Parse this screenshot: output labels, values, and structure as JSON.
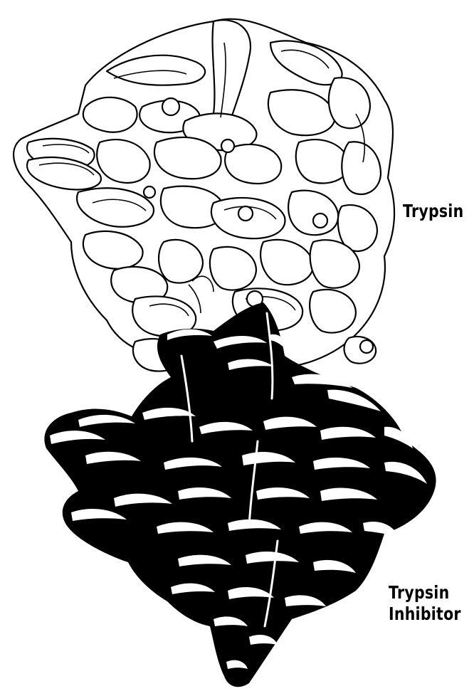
{
  "labels": {
    "top": "Trypsin",
    "bottom_line1": "Trypsin",
    "bottom_line2": "Inhibitor"
  },
  "colors": {
    "trypsin_fill": "#ffffff",
    "trypsin_outline": "#000000",
    "inhibitor_fill": "#000000",
    "inhibitor_highlight": "#ffffff",
    "background": "#ffffff"
  }
}
